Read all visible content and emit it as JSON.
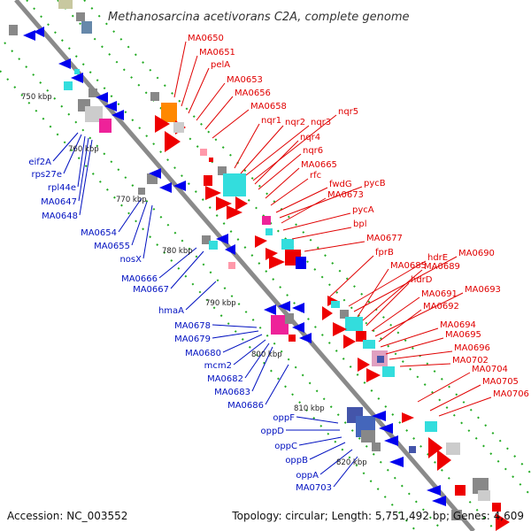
{
  "title": "Methanosarcina acetivorans C2A, complete genome",
  "accession": "Accession: NC_003552",
  "summary": "Topology: circular; Length: 5,751,492 bp; Genes: 4,609",
  "colors": {
    "forward_gene": "#ee0000",
    "reverse_gene": "#0000ee",
    "forward_label": "#e00000",
    "reverse_label": "#0010c0",
    "backbone": "#8a8a8a",
    "tick_dots": "#22aa22",
    "feature_cyan": "#33dddd",
    "feature_magenta": "#ee2299",
    "feature_orange": "#ff8800",
    "feature_gray": "#888888",
    "feature_navy": "#4455aa"
  },
  "kbp_labels": [
    "750 kbp",
    "760 kbp",
    "770 kbp",
    "780 kbp",
    "790 kbp",
    "800 kbp",
    "810 kbp",
    "820 kbp"
  ],
  "forward_labels": [
    "MA0650",
    "MA0651",
    "pelA",
    "MA0653",
    "MA0656",
    "MA0658",
    "nqr1",
    "nqr2",
    "nqr3",
    "nqr5",
    "nqr4",
    "nqr6",
    "MA0665",
    "rfc",
    "fwdG",
    "pycB",
    "MA0673",
    "pycA",
    "bpl",
    "MA0677",
    "fprB",
    "hdrE",
    "MA0690",
    "MA0685",
    "MA0689",
    "hdrD",
    "MA0691",
    "MA0693",
    "MA0692",
    "MA0694",
    "MA0695",
    "MA0696",
    "MA0702",
    "MA0704",
    "MA0705",
    "MA0706"
  ],
  "reverse_labels": [
    "eif2A",
    "rps27e",
    "rpl44e",
    "MA0647",
    "MA0648",
    "MA0654",
    "MA0655",
    "nosX",
    "MA0666",
    "MA0667",
    "hmaA",
    "MA0678",
    "MA0679",
    "MA0680",
    "mcm2",
    "MA0682",
    "MA0683",
    "MA0686",
    "oppF",
    "oppD",
    "oppC",
    "oppB",
    "oppA",
    "MA0703"
  ]
}
